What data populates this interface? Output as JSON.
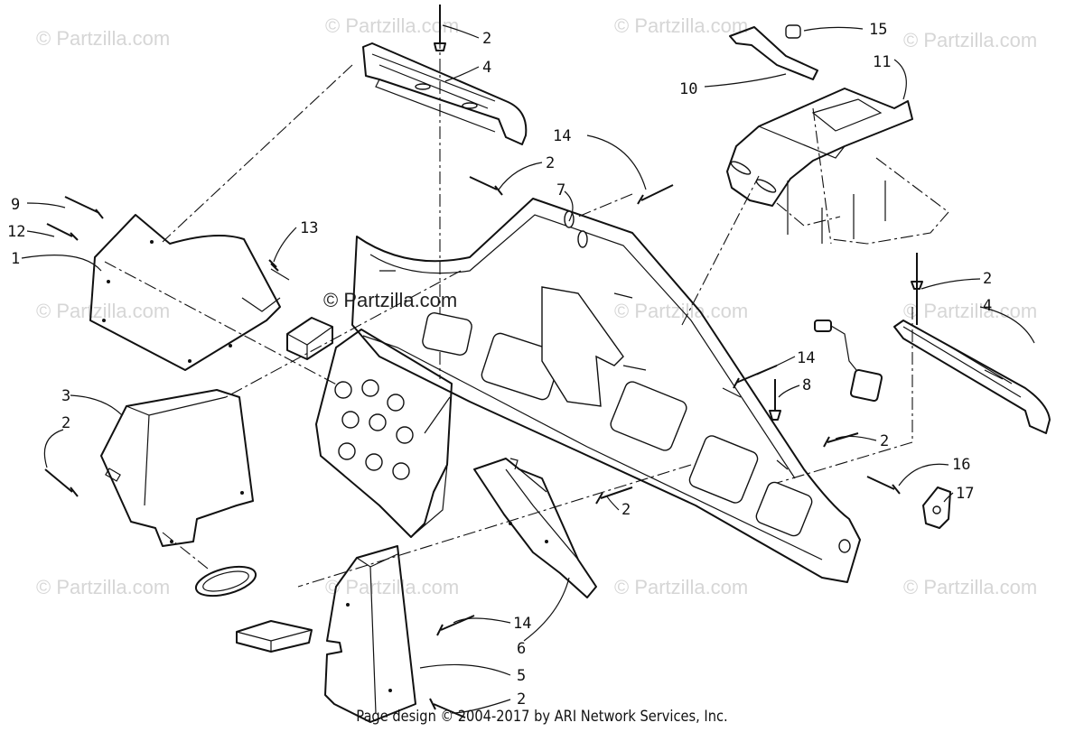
{
  "watermarks": {
    "text": "© Partzilla.com",
    "center_text": "© Partzilla.com"
  },
  "callouts": [
    {
      "id": "c2a",
      "label": "2"
    },
    {
      "id": "c4a",
      "label": "4"
    },
    {
      "id": "c15",
      "label": "15"
    },
    {
      "id": "c10",
      "label": "10"
    },
    {
      "id": "c11",
      "label": "11"
    },
    {
      "id": "c14a",
      "label": "14"
    },
    {
      "id": "c2b",
      "label": "2"
    },
    {
      "id": "c7",
      "label": "7"
    },
    {
      "id": "c9",
      "label": "9"
    },
    {
      "id": "c12",
      "label": "12"
    },
    {
      "id": "c13",
      "label": "13"
    },
    {
      "id": "c1",
      "label": "1"
    },
    {
      "id": "c2c",
      "label": "2"
    },
    {
      "id": "c4b",
      "label": "4"
    },
    {
      "id": "c3",
      "label": "3"
    },
    {
      "id": "c2d",
      "label": "2"
    },
    {
      "id": "c14b",
      "label": "14"
    },
    {
      "id": "c8",
      "label": "8"
    },
    {
      "id": "c2e",
      "label": "2"
    },
    {
      "id": "c2f",
      "label": "2"
    },
    {
      "id": "c16",
      "label": "16"
    },
    {
      "id": "c17",
      "label": "17"
    },
    {
      "id": "c14c",
      "label": "14"
    },
    {
      "id": "c6",
      "label": "6"
    },
    {
      "id": "c5",
      "label": "5"
    },
    {
      "id": "c2g",
      "label": "2"
    }
  ],
  "footer": {
    "text": "Page design © 2004-2017 by ARI Network Services, Inc."
  }
}
